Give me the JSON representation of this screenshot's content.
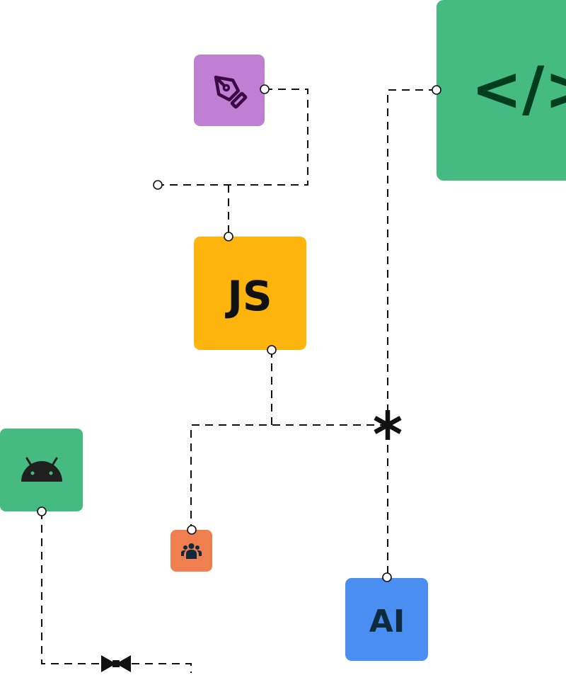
{
  "nodes": {
    "design": {
      "icon": "pen-tool-icon",
      "color": "#C17FD3",
      "icon_color": "#3A0A45"
    },
    "code": {
      "label": "</>",
      "color": "#45BB82",
      "text_color": "#003D1F"
    },
    "javascript": {
      "label": "JS",
      "color": "#FDB40C",
      "text_color": "#111111"
    },
    "android": {
      "icon": "android-icon",
      "color": "#45BB82",
      "icon_color": "#1F1F1F"
    },
    "community": {
      "icon": "users-icon",
      "color": "#F07F4F",
      "icon_color": "#0E2A3D"
    },
    "ai": {
      "label": "AI",
      "color": "#4B8EF2",
      "text_color": "#0E2A3D"
    }
  },
  "junctions": {
    "merge": {
      "icon": "asterisk-icon"
    },
    "link": {
      "icon": "bowtie-icon"
    }
  },
  "connector": {
    "color": "#111111",
    "style": "dashed"
  }
}
